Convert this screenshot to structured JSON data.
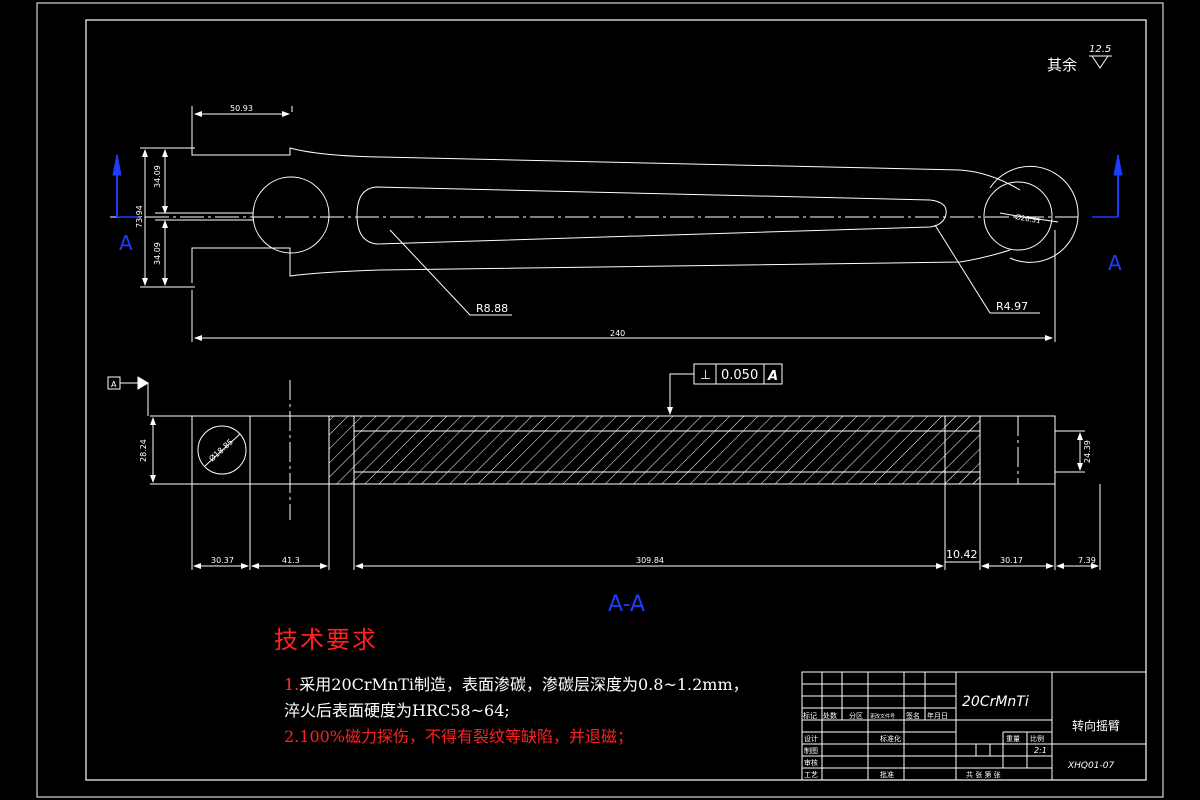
{
  "colors": {
    "line": "#ffffff",
    "accent": "#1e3cff",
    "red": "#ff2020",
    "background": "#000000"
  },
  "surface_finish": {
    "label": "其余",
    "value": "12.5"
  },
  "dims_top": {
    "d1": "50.93",
    "d2": "34.09",
    "d3": "73.94",
    "d4": "34.09",
    "r1": "R8.88",
    "r2": "R4.97",
    "r3": "Ø26.51",
    "total": "240"
  },
  "dims_section": {
    "d1": "28.24",
    "d2": "Ø18.85",
    "d3": "24.39",
    "d4": "30.37",
    "d5": "41.3",
    "d6": "309.84",
    "d7": "10.42",
    "d8": "30.17",
    "d9": "7.39"
  },
  "tolerance": {
    "symbol": "⊥",
    "value": "0.050",
    "datum": "A"
  },
  "section_labels": {
    "left_arrow": "A",
    "right_arrow": "A",
    "section_title": "A-A"
  },
  "tech_requirements": {
    "title": "技术要求",
    "item1_num": "1.",
    "item1_text": "采用20CrMnTi制造，表面渗碳，渗碳层深度为0.8~1.2mm，",
    "item1_cont": "淬火后表面硬度为HRC58~64;",
    "item2": "2.100%磁力探伤，不得有裂纹等缺陷，并退磁；"
  },
  "title_block": {
    "material": "20CrMnTi",
    "part_name": "转向摇臂",
    "drawing_no": "XHQ01-07",
    "headers": [
      "标记",
      "处数",
      "分区",
      "更改文件号",
      "签名",
      "年月日"
    ],
    "roles": [
      "设计",
      "制图",
      "审核",
      "工艺"
    ],
    "standard": "标准化",
    "approve": "批准",
    "weight_label": "重量",
    "scale_label": "比例",
    "scale_value": "2:1",
    "sheets": "共  张  第  张"
  }
}
